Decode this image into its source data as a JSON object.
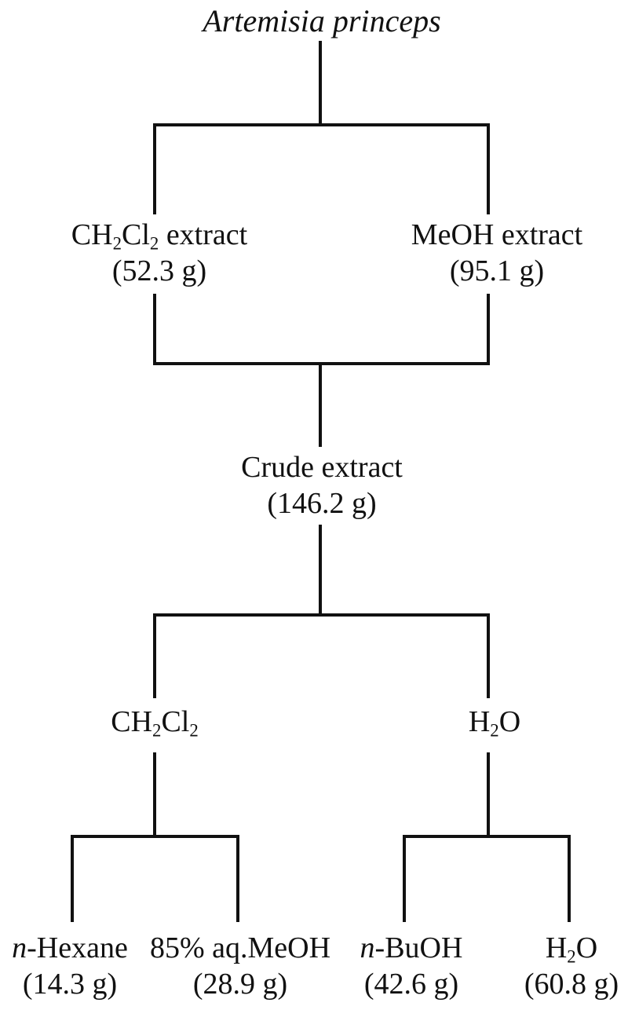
{
  "colors": {
    "line": "#111111",
    "text": "#111111",
    "background": "#ffffff"
  },
  "diagram": {
    "type": "fractionation-flowchart",
    "title": {
      "rich": [
        [
          "i",
          "Artemisia princeps"
        ]
      ]
    },
    "nodes": {
      "ch2cl2_extract": {
        "rich": [
          [
            "t",
            "CH"
          ],
          [
            "s",
            "2"
          ],
          [
            "t",
            "Cl"
          ],
          [
            "s",
            "2"
          ],
          [
            "t",
            " extract"
          ]
        ],
        "amount": "(52.3 g)"
      },
      "meoh_extract": {
        "rich": [
          [
            "t",
            "MeOH extract"
          ]
        ],
        "amount": "(95.1 g)"
      },
      "crude_extract": {
        "rich": [
          [
            "t",
            "Crude extract"
          ]
        ],
        "amount": "(146.2 g)"
      },
      "ch2cl2_layer": {
        "rich": [
          [
            "t",
            "CH"
          ],
          [
            "s",
            "2"
          ],
          [
            "t",
            "Cl"
          ],
          [
            "s",
            "2"
          ]
        ]
      },
      "h2o_layer": {
        "rich": [
          [
            "t",
            "H"
          ],
          [
            "s",
            "2"
          ],
          [
            "t",
            "O"
          ]
        ]
      },
      "n_hexane": {
        "rich": [
          [
            "i",
            "n"
          ],
          [
            "t",
            "-Hexane"
          ]
        ],
        "amount": "(14.3 g)"
      },
      "aq_meoh": {
        "rich": [
          [
            "t",
            "85% aq.MeOH"
          ]
        ],
        "amount": "(28.9 g)"
      },
      "n_buoh": {
        "rich": [
          [
            "i",
            "n"
          ],
          [
            "t",
            "-BuOH"
          ]
        ],
        "amount": "(42.6 g)"
      },
      "h2o_final": {
        "rich": [
          [
            "t",
            "H"
          ],
          [
            "s",
            "2"
          ],
          [
            "t",
            "O"
          ]
        ],
        "amount": "(60.8 g)"
      }
    }
  }
}
